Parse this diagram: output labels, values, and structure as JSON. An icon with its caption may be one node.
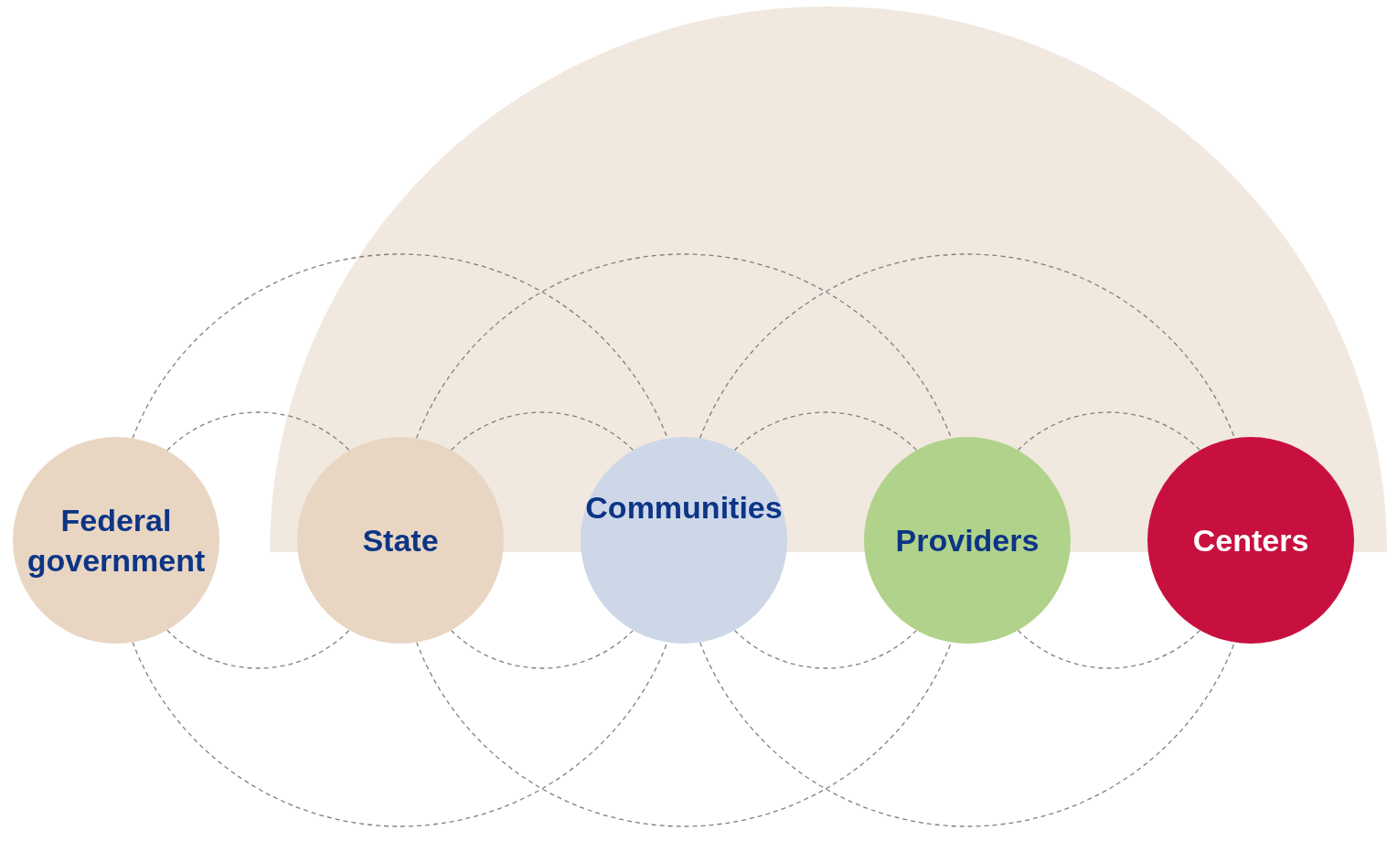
{
  "diagram": {
    "nodes": [
      {
        "text": [
          "Federal government"
        ]
      },
      {
        "text": [
          "State"
        ]
      },
      {
        "text": [
          "Communities"
        ]
      },
      {
        "text": [
          "Providers"
        ]
      },
      {
        "text": [
          "Centers"
        ]
      }
    ],
    "edges": [
      {
        "from": 0,
        "to": 1,
        "arrow": "none",
        "style": "dashed"
      },
      {
        "from": 1,
        "to": 2,
        "arrow": "none",
        "style": "dashed"
      },
      {
        "from": 2,
        "to": 3,
        "arrow": "none",
        "style": "dashed"
      },
      {
        "from": 3,
        "to": 4,
        "arrow": "none",
        "style": "dashed"
      },
      {
        "from": 0,
        "to": 2,
        "arrow": "none",
        "style": "dashed"
      },
      {
        "from": 1,
        "to": 3,
        "arrow": "none",
        "style": "dashed"
      },
      {
        "from": 2,
        "to": 4,
        "arrow": "none",
        "style": "dashed"
      }
    ]
  }
}
